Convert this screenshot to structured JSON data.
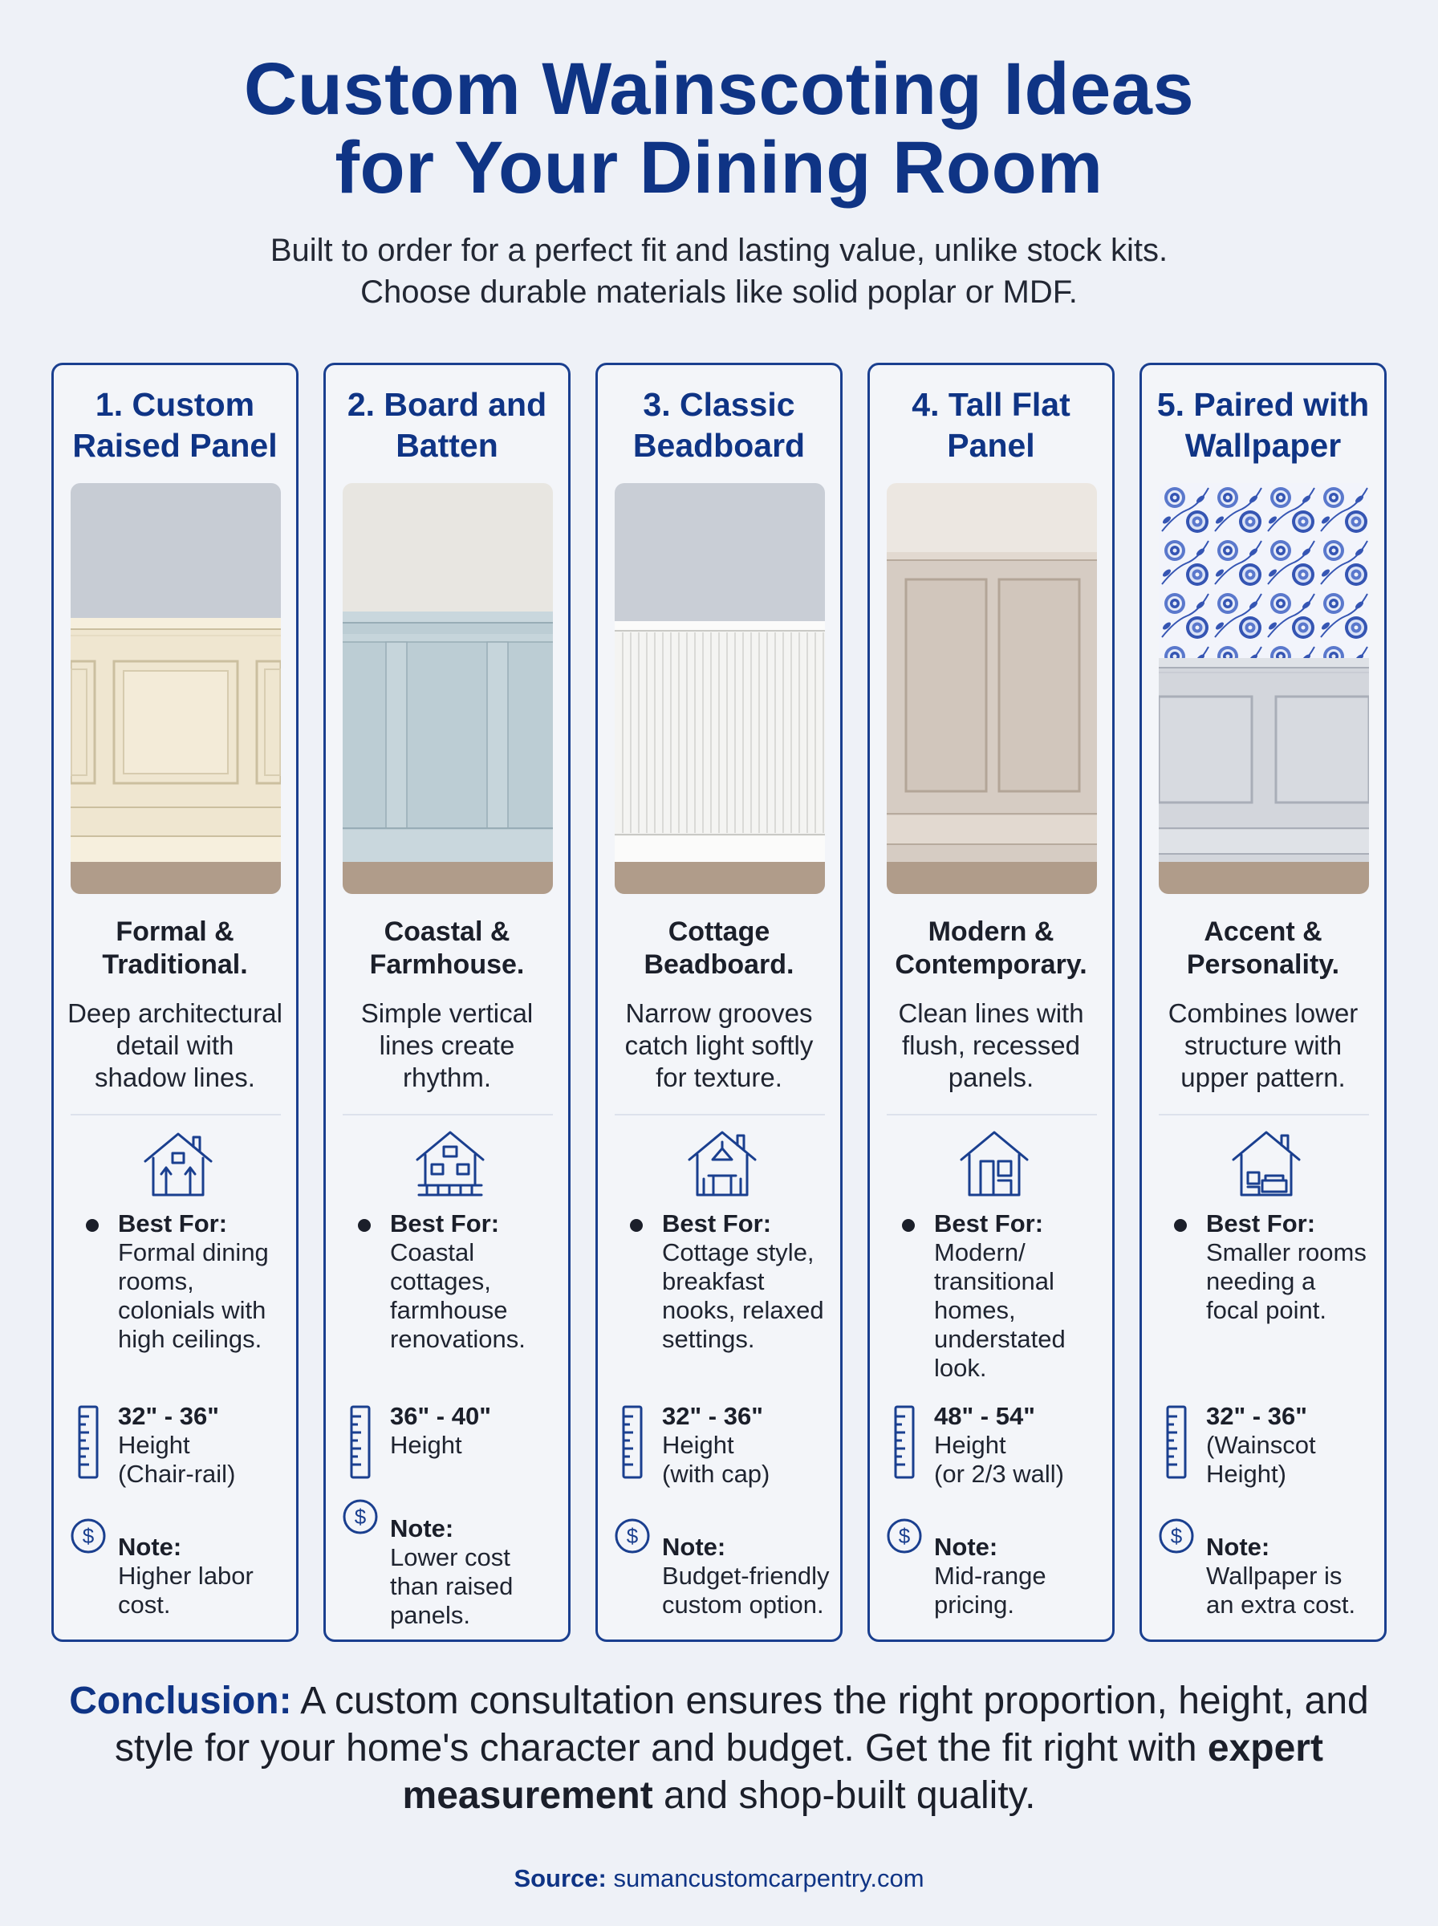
{
  "header": {
    "title_line1": "Custom Wainscoting Ideas",
    "title_line2": "for Your Dining Room",
    "subtitle_line1": "Built to order for a perfect fit and lasting value, unlike stock kits.",
    "subtitle_line2": "Choose durable materials like solid poplar or MDF."
  },
  "cards": [
    {
      "title_line1": "1. Custom",
      "title_line2": "Raised Panel",
      "style_line1": "Formal &",
      "style_line2": "Traditional.",
      "desc": [
        "Deep architectural",
        "detail with",
        "shadow lines."
      ],
      "icon": "house-arrows-icon",
      "best_label": "Best For:",
      "best_for": [
        "Formal dining",
        "rooms,",
        "colonials with",
        "high ceilings."
      ],
      "height_value": "32\" - 36\"",
      "height_text": [
        "Height",
        "(Chair-rail)"
      ],
      "note_label": "Note:",
      "note": [
        "Higher labor",
        "cost."
      ]
    },
    {
      "title_line1": "2. Board and",
      "title_line2": "Batten",
      "style_line1": "Coastal &",
      "style_line2": "Farmhouse.",
      "desc": [
        "Simple vertical",
        "lines create",
        "rhythm."
      ],
      "icon": "farmhouse-icon",
      "best_label": "Best For:",
      "best_for": [
        "Coastal",
        "cottages,",
        "farmhouse",
        "renovations."
      ],
      "height_value": "36\" - 40\"",
      "height_text": [
        "Height"
      ],
      "note_label": "Note:",
      "note": [
        "Lower cost",
        "than raised",
        "panels."
      ]
    },
    {
      "title_line1": "3. Classic",
      "title_line2": "Beadboard",
      "style_line1": "Cottage",
      "style_line2": "Beadboard.",
      "desc": [
        "Narrow grooves",
        "catch light softly",
        "for texture."
      ],
      "icon": "dining-house-icon",
      "best_label": "Best For:",
      "best_for": [
        "Cottage style,",
        "breakfast",
        "nooks, relaxed",
        "settings."
      ],
      "height_value": "32\" - 36\"",
      "height_text": [
        "Height",
        "(with cap)"
      ],
      "note_label": "Note:",
      "note": [
        "Budget-friendly",
        "custom option."
      ]
    },
    {
      "title_line1": "4. Tall Flat",
      "title_line2": "Panel",
      "style_line1": "Modern &",
      "style_line2": "Contemporary.",
      "desc": [
        "Clean lines with",
        "flush, recessed",
        "panels."
      ],
      "icon": "modern-house-icon",
      "best_label": "Best For:",
      "best_for": [
        "Modern/",
        "transitional",
        "homes,",
        "understated",
        "look."
      ],
      "height_value": "48\" - 54\"",
      "height_text": [
        "Height",
        "(or 2/3 wall)"
      ],
      "note_label": "Note:",
      "note": [
        "Mid-range",
        "pricing."
      ]
    },
    {
      "title_line1": "5. Paired with",
      "title_line2": "Wallpaper",
      "style_line1": "Accent &",
      "style_line2": "Personality.",
      "desc": [
        "Combines lower",
        "structure with",
        "upper pattern."
      ],
      "icon": "sofa-house-icon",
      "best_label": "Best For:",
      "best_for": [
        "Smaller rooms",
        "needing a",
        "focal point."
      ],
      "height_value": "32\" - 36\"",
      "height_text": [
        "(Wainscot",
        "Height)"
      ],
      "note_label": "Note:",
      "note": [
        "Wallpaper is",
        "an extra cost."
      ]
    }
  ],
  "footer": {
    "conclusion_lead": "Conclusion:",
    "conclusion_part1": " A custom consultation ensures the right proportion, height, and style for your home's character and budget. Get the fit right with ",
    "conclusion_bold": "expert measurement",
    "conclusion_part2": " and shop-built quality.",
    "source_label": "Source:",
    "source_url": " sumancustomcarpentry.com"
  },
  "colors": {
    "accent": "#0f3485",
    "card_border": "#1a3f8f",
    "background": "#eef1f7",
    "floor": "#b09c8a"
  }
}
